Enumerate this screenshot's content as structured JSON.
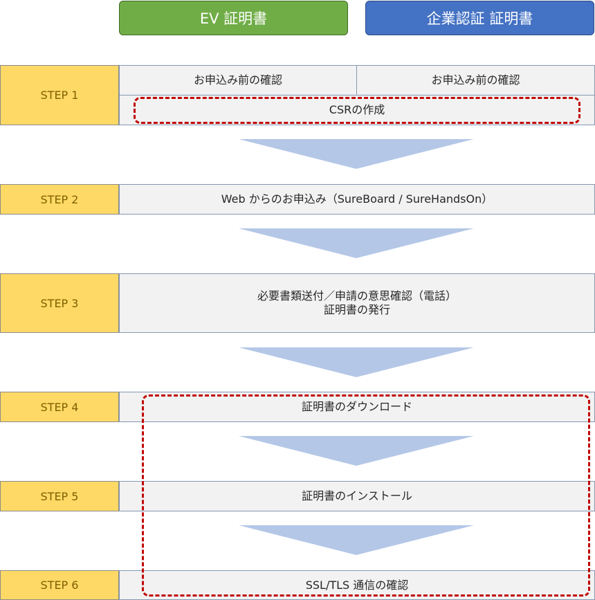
{
  "header": {
    "ev_label": "EV 証明書",
    "ov_label": "企業認証 証明書",
    "ev_color": "#70ad47",
    "ov_color": "#4472c4"
  },
  "steps": [
    {
      "label": "STEP 1",
      "ev_text": "お申込み前の確認",
      "ov_text": "お申込み前の確認",
      "shared_text": "CSRの作成"
    },
    {
      "label": "STEP 2",
      "text": "Web からのお申込み（SureBoard / SureHandsOn）"
    },
    {
      "label": "STEP 3",
      "text_line1": "必要書類送付／申請の意思確認（電話）",
      "text_line2": "証明書の発行"
    },
    {
      "label": "STEP 4",
      "text": "証明書のダウンロード"
    },
    {
      "label": "STEP 5",
      "text": "証明書のインストール"
    },
    {
      "label": "STEP 6",
      "text": "SSL/TLS 通信の確認"
    }
  ],
  "colors": {
    "step_label_bg": "#ffd966",
    "step_label_text": "#7f6000",
    "cell_bg": "#f2f2f2",
    "arrow": "#b4c7e7",
    "highlight_dash": "#c00000"
  },
  "icons": {
    "arrow": "down-chevron-arrow"
  }
}
